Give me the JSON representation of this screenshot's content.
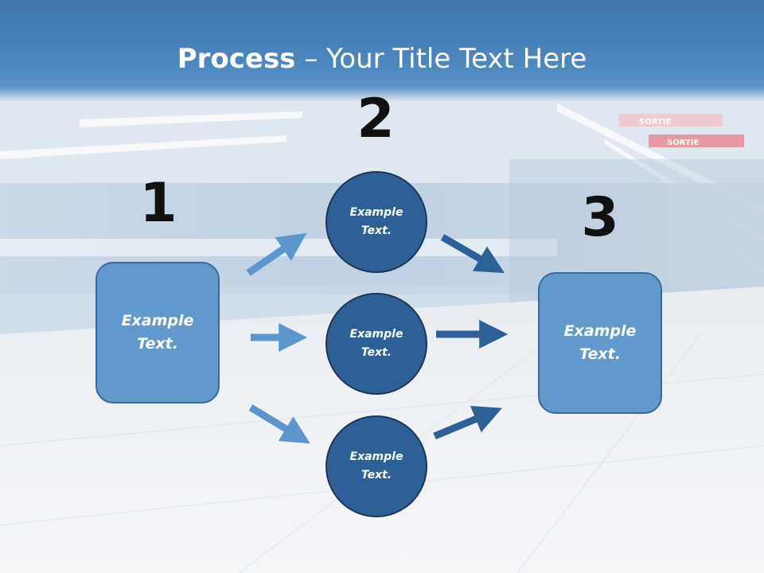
{
  "title": {
    "bold": "Process",
    "rest": " – Your Title Text Here"
  },
  "steps": [
    {
      "number": "1"
    },
    {
      "number": "2"
    },
    {
      "number": "3"
    }
  ],
  "start_box": {
    "text_line1": "Example",
    "text_line2": "Text."
  },
  "circles": [
    {
      "text_line1": "Example",
      "text_line2": "Text."
    },
    {
      "text_line1": "Example",
      "text_line2": "Text."
    },
    {
      "text_line1": "Example",
      "text_line2": "Text."
    }
  ],
  "end_box": {
    "text_line1": "Example",
    "text_line2": "Text."
  },
  "background_signs": [
    "SORTIE",
    "SORTIE"
  ],
  "colors": {
    "title_band": "#4b86c0",
    "box_fill": "#6199cd",
    "circle_fill": "#2e6098",
    "arrow_light": "#5c96cc",
    "arrow_dark": "#2e6098"
  }
}
